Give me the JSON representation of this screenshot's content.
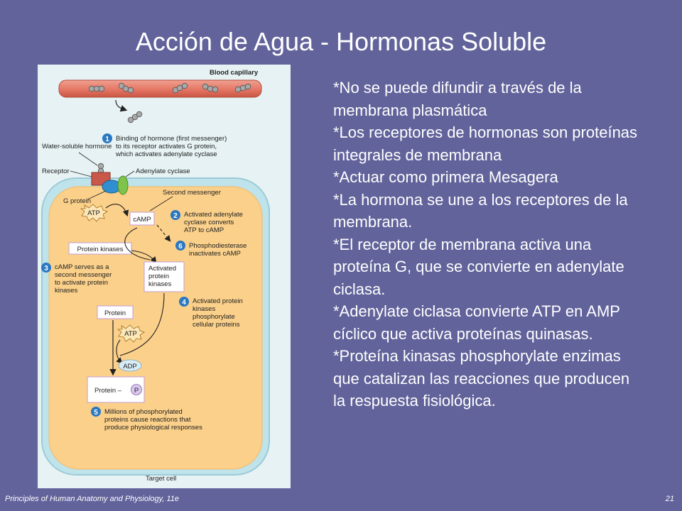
{
  "slide": {
    "title": "Acción de Agua - Hormonas Soluble",
    "bullets": [
      "*No se puede difundir a través de la membrana plasmática",
      "*Los receptores de hormonas son proteínas integrales de membrana",
      "*Actuar como primera Mesagera",
      "*La hormona se une a los receptores de la membrana.",
      "*El receptor de membrana activa una proteína G, que se convierte en adenylate ciclasa.",
      "*Adenylate ciclasa convierte ATP en AMP cíclico que activa proteínas quinasas.",
      "*Proteína kinasas phosphorylate enzimas que catalizan las reacciones que producen la respuesta fisiológica."
    ],
    "footer_left": "Principles of Human Anatomy and Physiology, 11e",
    "footer_right": "21"
  },
  "diagram": {
    "blood_capillary": "Blood capillary",
    "water_soluble_hormone": "Water-soluble hormone",
    "receptor": "Receptor",
    "g_protein": "G protein",
    "adenylate_cyclase": "Adenylate cyclase",
    "second_messenger": "Second messenger",
    "atp": "ATP",
    "camp": "cAMP",
    "protein_kinases": "Protein kinases",
    "activated_protein_kinases": [
      "Activated",
      "protein",
      "kinases"
    ],
    "protein": "Protein",
    "adp": "ADP",
    "protein_p": "Protein –",
    "p": "P",
    "target_cell": "Target cell",
    "steps": [
      {
        "num": "1",
        "lines": [
          "Binding of hormone (first messenger)",
          "to its receptor activates G protein,",
          "which activates adenylate cyclase"
        ]
      },
      {
        "num": "2",
        "lines": [
          "Activated adenylate",
          "cyclase converts",
          "ATP to cAMP"
        ]
      },
      {
        "num": "3",
        "lines": [
          "cAMP serves as a",
          "second messenger",
          "to activate protein",
          "kinases"
        ]
      },
      {
        "num": "4",
        "lines": [
          "Activated protein",
          "kinases",
          "phosphorylate",
          "cellular proteins"
        ]
      },
      {
        "num": "5",
        "lines": [
          "Millions of phosphorylated",
          "proteins cause reactions that",
          "produce physiological responses"
        ]
      },
      {
        "num": "6",
        "lines": [
          "Phosphodiesterase",
          "inactivates cAMP"
        ]
      }
    ]
  }
}
